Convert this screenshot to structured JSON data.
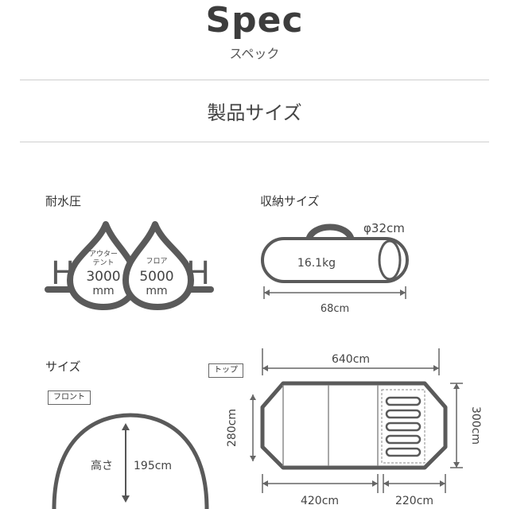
{
  "header": {
    "title": "Spec",
    "subtitle": "スペック"
  },
  "section": {
    "title": "製品サイズ"
  },
  "water": {
    "label": "耐水圧",
    "h_left": "H",
    "h_right": "H",
    "outer_label_1": "アウター",
    "outer_label_2": "テント",
    "outer_value": "3000",
    "outer_unit": "mm",
    "floor_label": "フロア",
    "floor_value": "5000",
    "floor_unit": "mm"
  },
  "storage": {
    "label": "収納サイズ",
    "diameter": "φ32cm",
    "weight": "16.1kg",
    "length": "68cm"
  },
  "size": {
    "label": "サイズ",
    "front_tag": "フロント",
    "height_label": "高さ",
    "height_value": "195cm",
    "top_tag": "トップ",
    "total_length": "640cm",
    "width": "280cm",
    "width_total": "300cm",
    "inner_length": "420cm",
    "vestibule_length": "220cm"
  },
  "colors": {
    "line": "#5a5a5a",
    "dim": "#666666",
    "text": "#444444"
  }
}
